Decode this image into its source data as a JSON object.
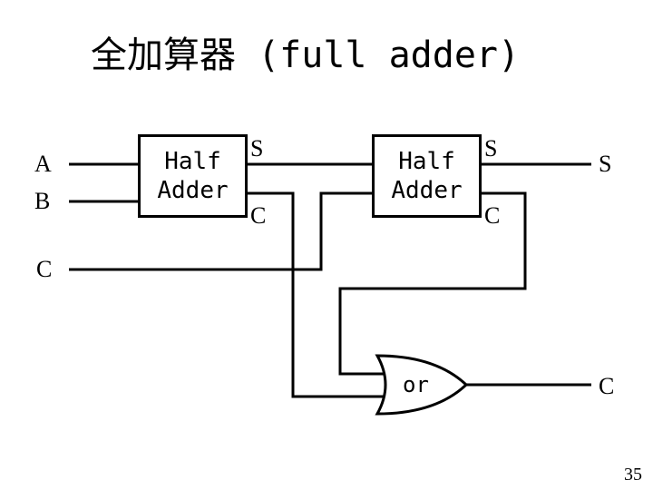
{
  "title": "全加算器 (full adder)",
  "inputs": {
    "a": "A",
    "b": "B",
    "c": "C"
  },
  "half_adder_1": {
    "line1": "Half",
    "line2": "Adder",
    "out_s": "S",
    "out_c": "C"
  },
  "half_adder_2": {
    "line1": "Half",
    "line2": "Adder",
    "out_s": "S",
    "out_c": "C"
  },
  "or_gate": {
    "label": "or"
  },
  "outputs": {
    "s": "S",
    "c": "C"
  },
  "page_number": "35"
}
